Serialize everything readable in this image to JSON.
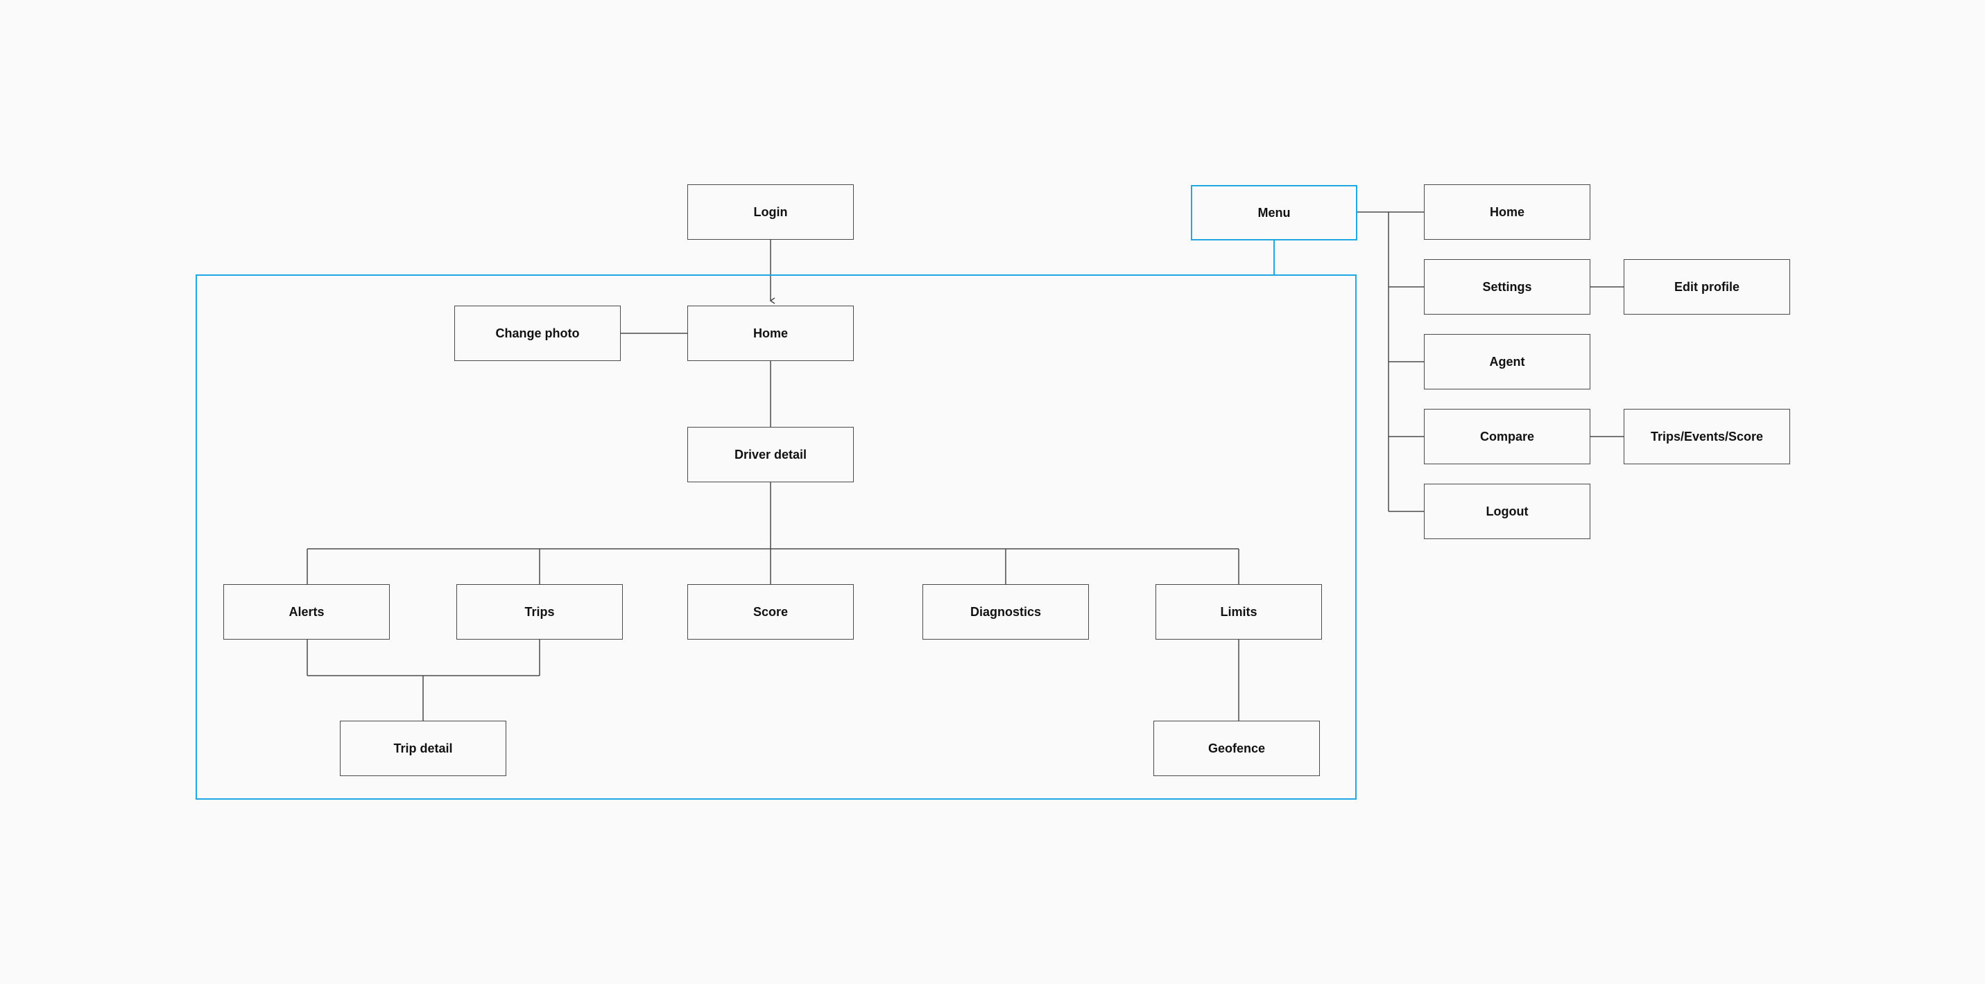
{
  "colors": {
    "background": "#fafafa",
    "node_border": "#4a4a4a",
    "connector": "#4a4a4a",
    "accent": "#1ea7e1",
    "text": "#111111"
  },
  "nodes": {
    "login": "Login",
    "home": "Home",
    "change_photo": "Change photo",
    "driver_detail": "Driver detail",
    "alerts": "Alerts",
    "trips": "Trips",
    "score": "Score",
    "diagnostics": "Diagnostics",
    "limits": "Limits",
    "trip_detail": "Trip detail",
    "geofence": "Geofence",
    "menu": "Menu",
    "menu_home": "Home",
    "settings": "Settings",
    "edit_profile": "Edit profile",
    "agent": "Agent",
    "compare": "Compare",
    "trips_events_score": "Trips/Events/Score",
    "logout": "Logout"
  },
  "edges": [
    {
      "from": "login",
      "to": "home",
      "arrow": true
    },
    {
      "from": "change_photo",
      "to": "home"
    },
    {
      "from": "home",
      "to": "driver_detail"
    },
    {
      "from": "driver_detail",
      "to": "alerts"
    },
    {
      "from": "driver_detail",
      "to": "trips"
    },
    {
      "from": "driver_detail",
      "to": "score"
    },
    {
      "from": "driver_detail",
      "to": "diagnostics"
    },
    {
      "from": "driver_detail",
      "to": "limits"
    },
    {
      "from": "alerts",
      "to": "trip_detail"
    },
    {
      "from": "trips",
      "to": "trip_detail"
    },
    {
      "from": "limits",
      "to": "geofence"
    },
    {
      "from": "menu",
      "to": "menu_home"
    },
    {
      "from": "menu",
      "to": "settings"
    },
    {
      "from": "menu",
      "to": "agent"
    },
    {
      "from": "menu",
      "to": "compare"
    },
    {
      "from": "menu",
      "to": "logout"
    },
    {
      "from": "settings",
      "to": "edit_profile"
    },
    {
      "from": "compare",
      "to": "trips_events_score"
    },
    {
      "from": "menu",
      "to": "main_app_group"
    }
  ]
}
